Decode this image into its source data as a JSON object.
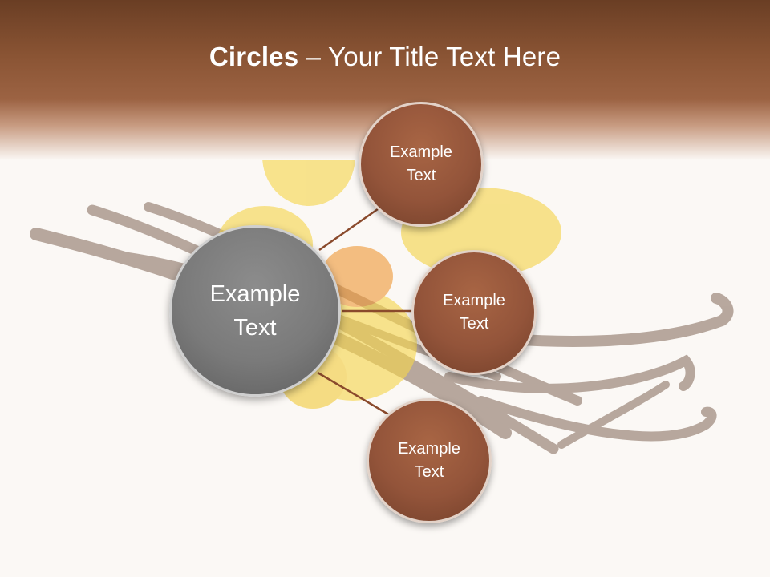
{
  "title": {
    "bold": "Circles",
    "rest": " – Your Title Text Here"
  },
  "center": {
    "line1": "Example",
    "line2": "Text"
  },
  "nodes": [
    {
      "line1": "Example",
      "line2": "Text"
    },
    {
      "line1": "Example",
      "line2": "Text"
    },
    {
      "line1": "Example",
      "line2": "Text"
    }
  ],
  "colors": {
    "header": "#8a5434",
    "node_fill": "#93543a",
    "center_fill": "#7a7a7a",
    "connector": "#8a4a2c",
    "flower": "#f4d14a",
    "vanilla_pod": "#5a3a26"
  },
  "background_image": "vanilla-flower-and-pods"
}
